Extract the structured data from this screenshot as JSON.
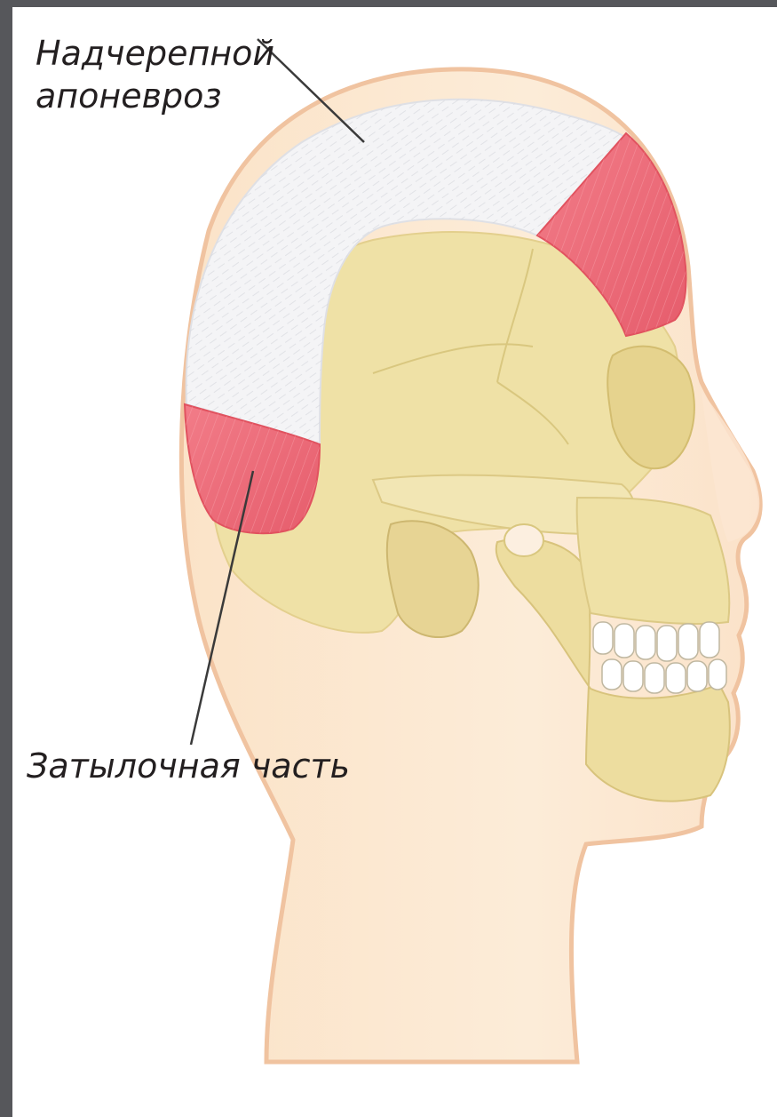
{
  "labels": {
    "aponeurosis_line1": "Надчерепной",
    "aponeurosis_line2": "апоневроз",
    "occipital_part": "Затылочная часть"
  },
  "colors": {
    "background_frame": "#56575b",
    "canvas": "#ffffff",
    "skin": "#fbe8cf",
    "skin_outline": "#f2c9a6",
    "bone": "#efe2a8",
    "bone_shadow": "#d9c77f",
    "muscle": "#ef6f7c",
    "aponeurosis": "#f4f4f6",
    "leader_line": "#3a3a3a",
    "teeth": "#ffffff"
  }
}
